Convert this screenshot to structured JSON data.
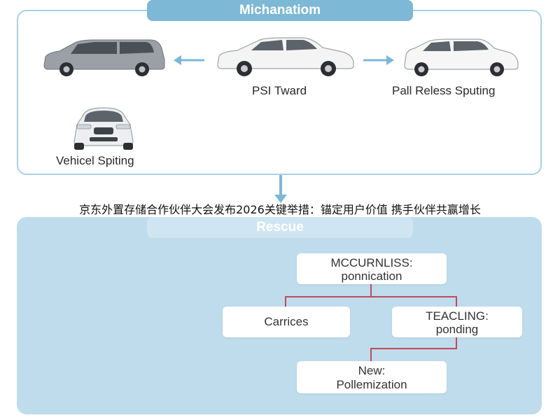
{
  "diagram": {
    "top_title": "Michanatiom",
    "bottom_title": "Rescue",
    "caption": "京东外置存储合作伙伴大会发布2026关键举措：锚定用户价值 携手伙伴共赢增长",
    "vehicles": [
      {
        "label": ""
      },
      {
        "label": "PSI Tward"
      },
      {
        "label": "Pall Reless Sputing"
      },
      {
        "label": "Vehicel Spiting"
      }
    ],
    "nodes": {
      "top": {
        "line1": "MCCURNLISS:",
        "line2": "ponnication"
      },
      "left": {
        "line1": "Carrices"
      },
      "right": {
        "line1": "TEACLING:",
        "line2": "ponding"
      },
      "bottom": {
        "line1": "New:",
        "line2": "Pollemization"
      }
    },
    "colors": {
      "accent": "#7db8d6",
      "panel": "#bfdcec",
      "connector": "#c04a5a"
    }
  }
}
